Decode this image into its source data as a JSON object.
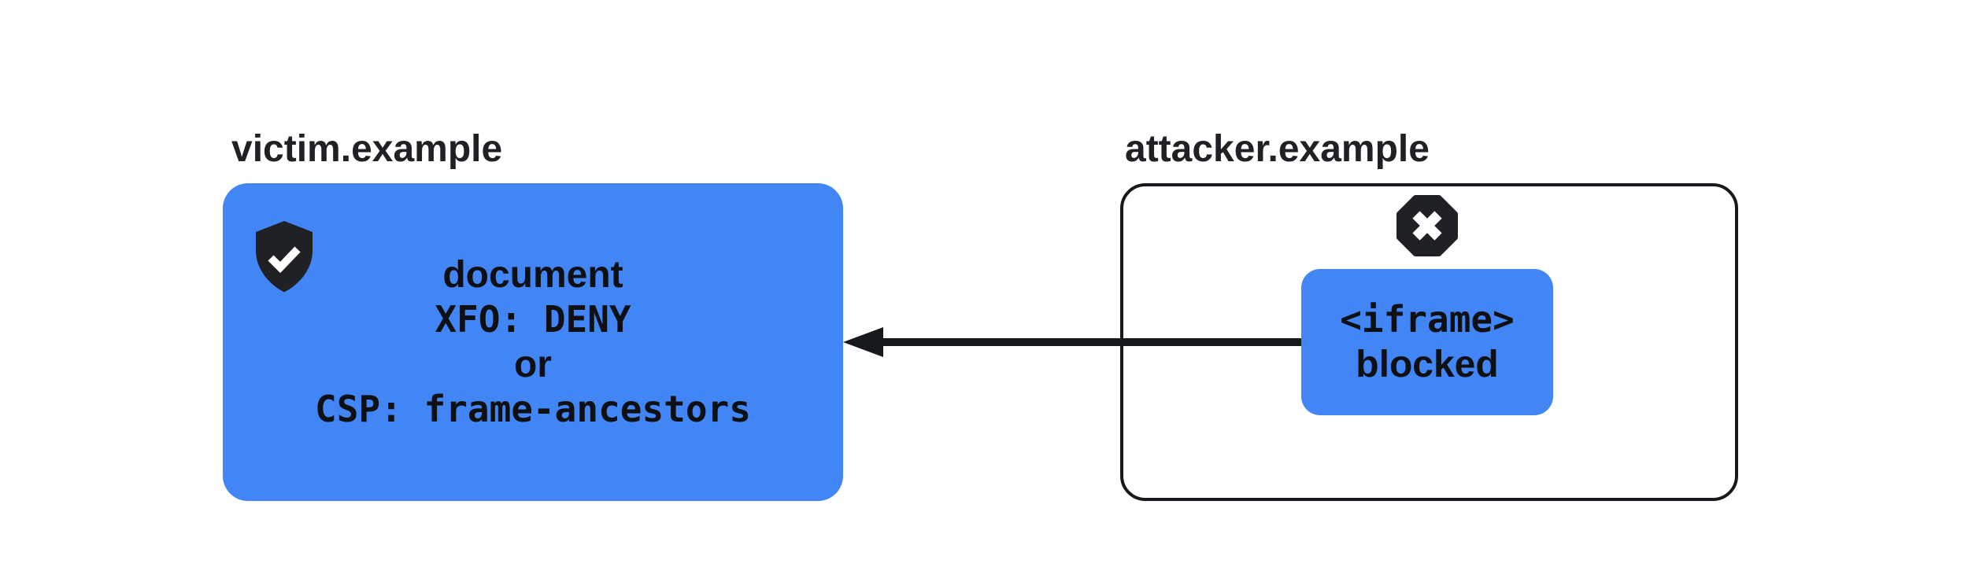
{
  "colors": {
    "blue": "#4285F4",
    "dark": "#202124",
    "ink": "#17191C",
    "text": "#0E1013",
    "label": "#1F2125",
    "bg": "#FFFFFF"
  },
  "victim": {
    "label": "victim.example",
    "icon": "shield-check",
    "box_lines": [
      {
        "text": "document",
        "style": "sans"
      },
      {
        "text": "XFO: DENY",
        "style": "mono"
      },
      {
        "text": "or",
        "style": "sans"
      },
      {
        "text": "CSP: frame-ancestors",
        "style": "mono"
      }
    ]
  },
  "attacker": {
    "label": "attacker.example",
    "icon": "blocked-x-octagon",
    "iframe_box": {
      "tag_line": "<iframe>",
      "status_line": "blocked"
    }
  },
  "arrow": {
    "direction": "left"
  }
}
